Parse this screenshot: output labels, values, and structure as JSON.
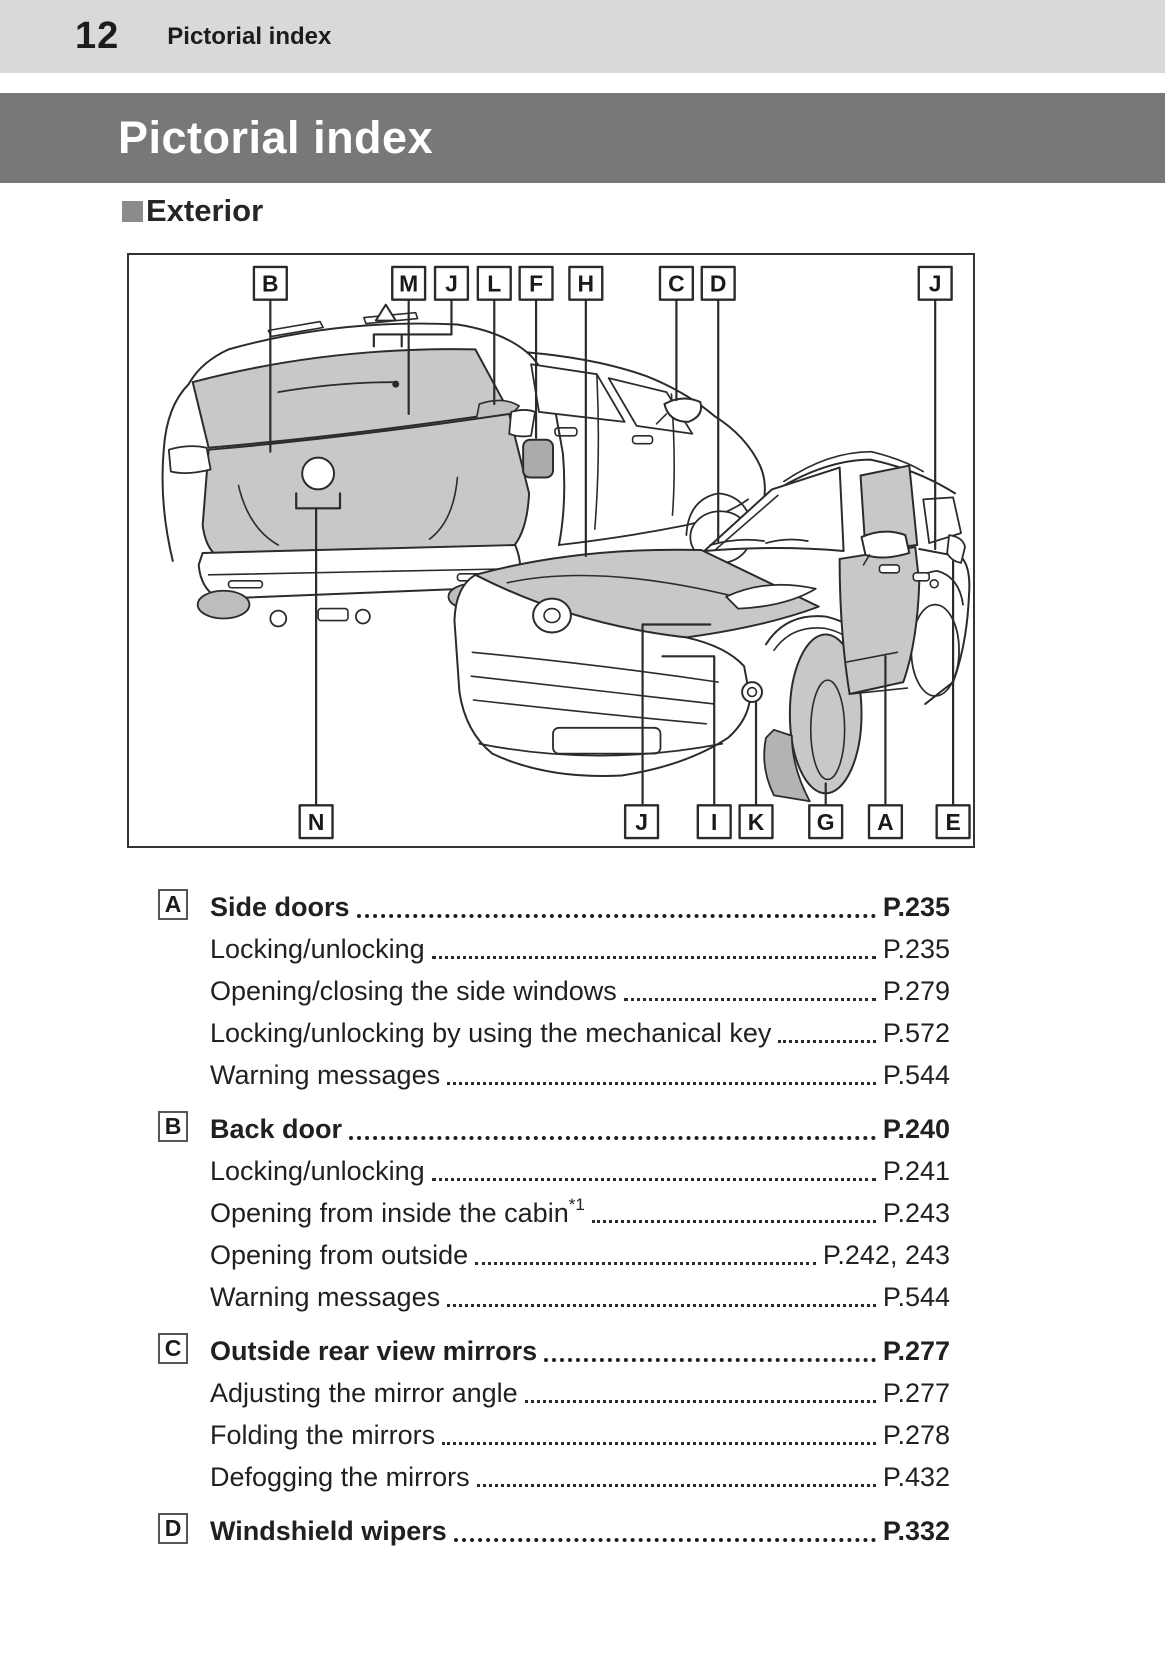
{
  "page_header": {
    "page_number": "12",
    "chapter_title": "Pictorial index"
  },
  "banner": {
    "title": "Pictorial index"
  },
  "section": {
    "heading": "Exterior"
  },
  "colors": {
    "header_bar_gray": "#d9d9d9",
    "banner_gray": "#787878",
    "heading_square_gray": "#8b8b8b",
    "diagram_shade_gray": "#c8c8c8",
    "line_art_dark": "#2b2b2b"
  },
  "diagram": {
    "top_labels": [
      {
        "letter": "B"
      },
      {
        "letter": "M"
      },
      {
        "letter": "J"
      },
      {
        "letter": "L"
      },
      {
        "letter": "F"
      },
      {
        "letter": "H"
      },
      {
        "letter": "C"
      },
      {
        "letter": "D"
      },
      {
        "letter": "J"
      }
    ],
    "bottom_labels": [
      {
        "letter": "N"
      },
      {
        "letter": "J"
      },
      {
        "letter": "I"
      },
      {
        "letter": "K"
      },
      {
        "letter": "G"
      },
      {
        "letter": "A"
      },
      {
        "letter": "E"
      }
    ]
  },
  "index": {
    "sections": [
      {
        "badge": "A",
        "title": "Side doors",
        "page": "P.235",
        "items": [
          {
            "label": "Locking/unlocking",
            "page": "P.235"
          },
          {
            "label": "Opening/closing the side windows",
            "page": "P.279"
          },
          {
            "label": "Locking/unlocking by using the mechanical key",
            "page": "P.572"
          },
          {
            "label": "Warning messages",
            "page": "P.544"
          }
        ]
      },
      {
        "badge": "B",
        "title": "Back door",
        "page": "P.240",
        "items": [
          {
            "label": "Locking/unlocking",
            "page": "P.241"
          },
          {
            "label": "Opening from inside the cabin",
            "sup": "*1",
            "page": "P.243"
          },
          {
            "label": "Opening from outside",
            "page": "P.242, 243"
          },
          {
            "label": "Warning messages",
            "page": "P.544"
          }
        ]
      },
      {
        "badge": "C",
        "title": "Outside rear view mirrors",
        "page": "P.277",
        "items": [
          {
            "label": "Adjusting the mirror angle",
            "page": "P.277"
          },
          {
            "label": "Folding the mirrors",
            "page": "P.278"
          },
          {
            "label": "Defogging the mirrors",
            "page": "P.432"
          }
        ]
      },
      {
        "badge": "D",
        "title": "Windshield wipers",
        "page": "P.332",
        "items": []
      }
    ]
  }
}
